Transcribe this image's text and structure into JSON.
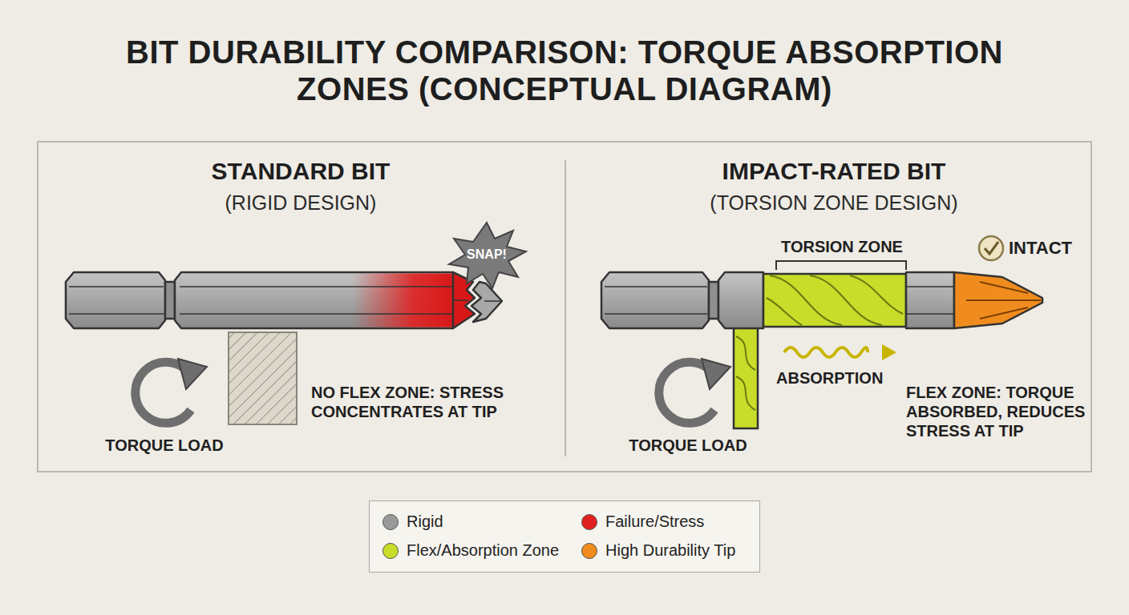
{
  "diagram": {
    "title": "BIT DURABILITY COMPARISON: TORQUE ABSORPTION ZONES (CONCEPTUAL DIAGRAM)",
    "labels": [
      "STANDARD BIT",
      "(RIGID DESIGN)",
      "SNAP!",
      "NO FLEX ZONE: STRESS CONCENTRATES AT TIP",
      "TORQUE LOAD",
      "IMPACT-RATED BIT",
      "(TORSION ZONE DESIGN)",
      "TORSION ZONE",
      "INTACT",
      "ABSORPTION",
      "FLEX ZONE: TORQUE ABSORBED, REDUCES STRESS AT TIP",
      "TORQUE LOAD"
    ],
    "legend": [
      {
        "text": "Rigid",
        "color": "#9a9a9a"
      },
      {
        "text": "Failure/Stress",
        "color": "#e02020"
      },
      {
        "text": "Flex/Absorption Zone",
        "color": "#c8dc2a"
      },
      {
        "text": "High Durability Tip",
        "color": "#f08c1e"
      }
    ]
  }
}
